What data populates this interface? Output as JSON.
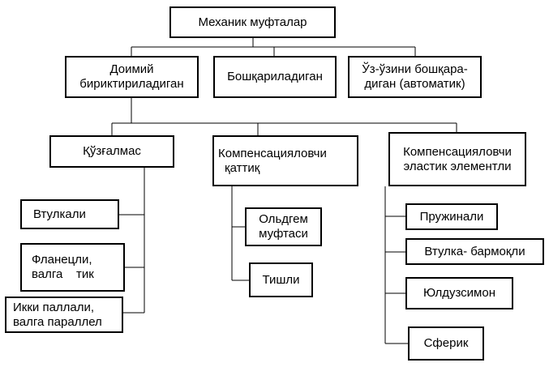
{
  "nodes": {
    "root": [
      "Механик муфталар"
    ],
    "permanent": [
      "Доимий",
      "бириктириладиган"
    ],
    "controlled": [
      "Бошқариладиган"
    ],
    "automatic": [
      "Ўз-ўзини бошқара-",
      "диган (автоматик)"
    ],
    "rigid": [
      "Қўзғалмас"
    ],
    "comp_rigid": [
      "Компенсацияловчи",
      "қаттиқ"
    ],
    "comp_elastic": [
      "Компенсацияловчи",
      "эластик элементли"
    ],
    "sleeve": [
      "Втулкали"
    ],
    "flange": [
      "Фланецли,",
      "валга    тик"
    ],
    "two_half": [
      "Икки паллали,",
      "валга параллел"
    ],
    "oldham": [
      "Ольдгем",
      "муфтаси"
    ],
    "gear": [
      "Тишли"
    ],
    "spring": [
      "Пружинали"
    ],
    "sleeve_pin": [
      "Втулка- бармоқли"
    ],
    "star": [
      "Юлдузсимон"
    ],
    "spherical": [
      "Сферик"
    ]
  }
}
